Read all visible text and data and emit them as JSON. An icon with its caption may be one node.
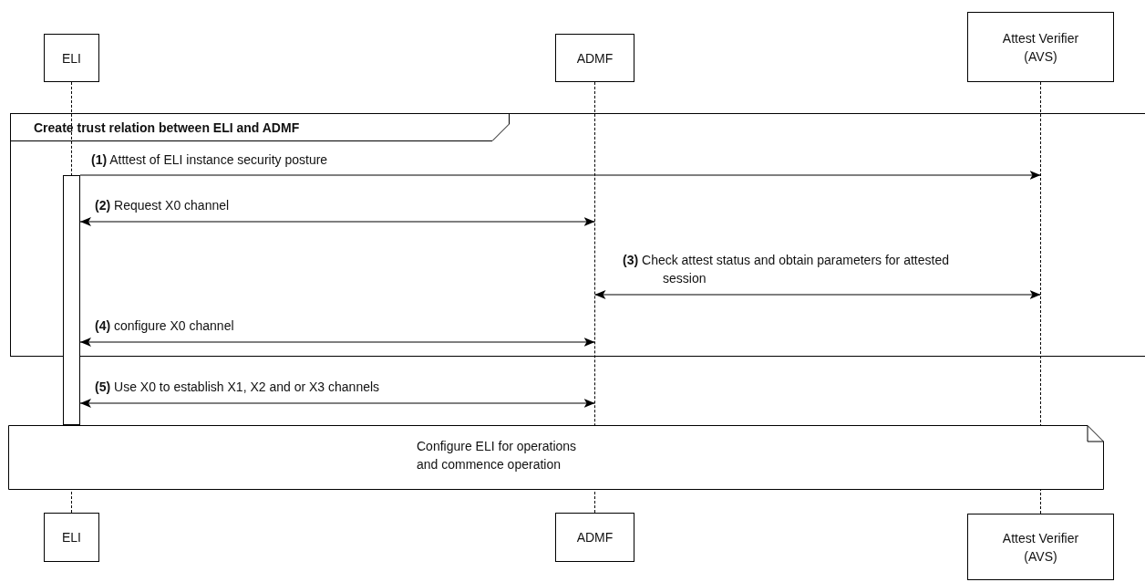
{
  "diagram": {
    "nodes": [
      {
        "text": [
          "ELI"
        ]
      },
      {
        "text": [
          "ADMF"
        ]
      },
      {
        "text": [
          "Attest Verifier (AVS)"
        ]
      },
      {
        "text": [
          "Create trust relation between ELI and ADMF"
        ]
      },
      {
        "text": [],
        "shape": "bar"
      },
      {
        "text": [
          "Configure ELI for operations and commence operation"
        ]
      },
      {
        "text": [
          "ELI"
        ]
      },
      {
        "text": [
          "ADMF"
        ]
      },
      {
        "text": [
          "Attest Verifier (AVS)"
        ]
      },
      {
        "text": [],
        "shape": "line"
      },
      {
        "text": [],
        "shape": "line"
      },
      {
        "text": [],
        "shape": "line"
      }
    ],
    "edges": [
      {
        "from": 4,
        "to": 11,
        "arrow": "to",
        "label": "**(1)** Atttest of ELI instance security posture"
      },
      {
        "from": 4,
        "to": 10,
        "arrow": "both",
        "label": "**(2)** Request X0 channel"
      },
      {
        "from": 10,
        "to": 11,
        "arrow": "both",
        "label": "**(3)** Check attest status and obtain parameters for attested session"
      },
      {
        "from": 4,
        "to": 10,
        "arrow": "both",
        "label": "**(4)** configure X0 channel"
      },
      {
        "from": 4,
        "to": 10,
        "arrow": "both",
        "label": "**(5)** Use X0 to establish X1, X2 and or X3 channels"
      }
    ]
  }
}
